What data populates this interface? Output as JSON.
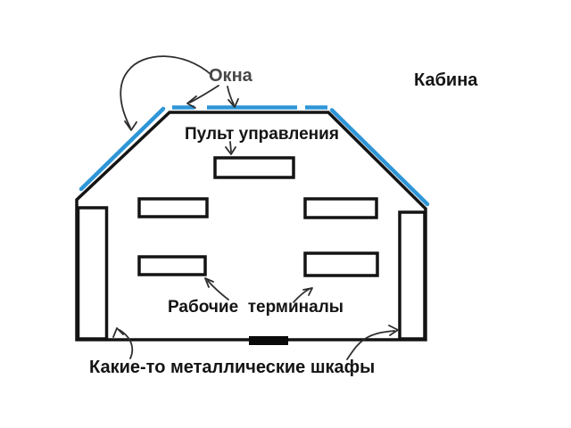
{
  "diagram": {
    "title": "Кабина",
    "labels": {
      "windows": "Окна",
      "control_panel": "Пульт управления",
      "terminals": "Рабочие  терминалы",
      "cabinets": "Какие-то металлические шкафы"
    },
    "shapes": {
      "room": "hexagonal cabin outline",
      "control_panel_desk": "rectangle below control panel label",
      "terminal_desks": 4,
      "metal_cabinets": 2,
      "door": "filled black bar at bottom center",
      "window_strips": 5
    }
  },
  "colors": {
    "window_blue": "#2E96D8",
    "ink": "#141414",
    "windows_label_gray": "#474747",
    "background": "#ffffff"
  }
}
